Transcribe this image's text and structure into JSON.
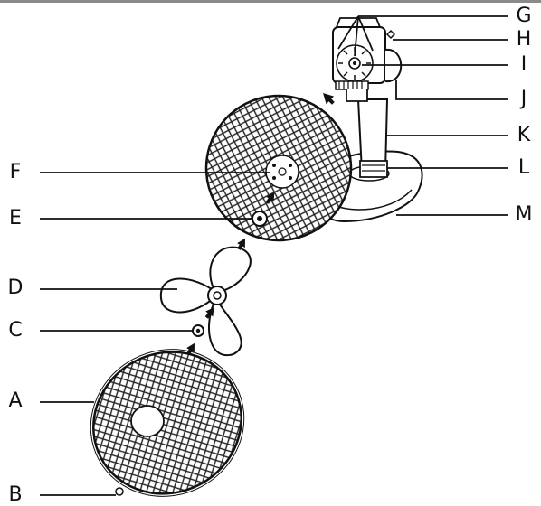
{
  "labels": {
    "A": "A",
    "B": "B",
    "C": "C",
    "D": "D",
    "E": "E",
    "F": "F",
    "G": "G",
    "H": "H",
    "I": "I",
    "J": "J",
    "K": "K",
    "L": "L",
    "M": "M"
  },
  "colors": {
    "line": "#111111",
    "mesh": "#222222",
    "background": "#ffffff",
    "top_rule": "#8a8a8a"
  },
  "icons": {
    "arrow": "up-right-arrow-icon"
  }
}
